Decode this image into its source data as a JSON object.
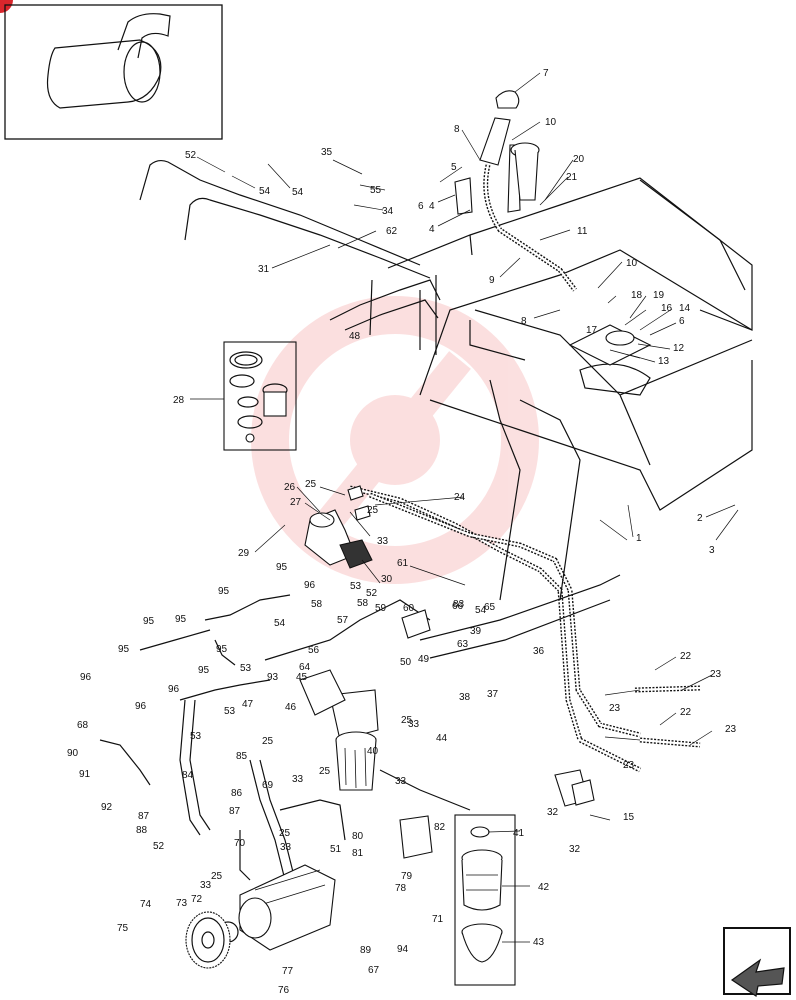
{
  "diagram": {
    "callouts": [
      {
        "id": "c1",
        "text": "1"
      },
      {
        "id": "c2",
        "text": "2"
      },
      {
        "id": "c3",
        "text": "3"
      },
      {
        "id": "c4",
        "text": "4"
      },
      {
        "id": "c4b",
        "text": "4"
      },
      {
        "id": "c5",
        "text": "5"
      },
      {
        "id": "c6",
        "text": "6"
      },
      {
        "id": "c6b",
        "text": "6"
      },
      {
        "id": "c7",
        "text": "7"
      },
      {
        "id": "c8",
        "text": "8"
      },
      {
        "id": "c8b",
        "text": "8"
      },
      {
        "id": "c9",
        "text": "9"
      },
      {
        "id": "c10",
        "text": "10"
      },
      {
        "id": "c10b",
        "text": "10"
      },
      {
        "id": "c11",
        "text": "11"
      },
      {
        "id": "c12",
        "text": "12"
      },
      {
        "id": "c13",
        "text": "13"
      },
      {
        "id": "c14",
        "text": "14"
      },
      {
        "id": "c15",
        "text": "15"
      },
      {
        "id": "c16",
        "text": "16"
      },
      {
        "id": "c17",
        "text": "17"
      },
      {
        "id": "c18",
        "text": "18"
      },
      {
        "id": "c19",
        "text": "19"
      },
      {
        "id": "c20",
        "text": "20"
      },
      {
        "id": "c21",
        "text": "21"
      },
      {
        "id": "c22",
        "text": "22"
      },
      {
        "id": "c22b",
        "text": "22"
      },
      {
        "id": "c23",
        "text": "23"
      },
      {
        "id": "c23b",
        "text": "23"
      },
      {
        "id": "c23c",
        "text": "23"
      },
      {
        "id": "c23d",
        "text": "23"
      },
      {
        "id": "c24",
        "text": "24"
      },
      {
        "id": "c25",
        "text": "25"
      },
      {
        "id": "c25b",
        "text": "25"
      },
      {
        "id": "c25c",
        "text": "25"
      },
      {
        "id": "c25d",
        "text": "25"
      },
      {
        "id": "c25e",
        "text": "25"
      },
      {
        "id": "c25f",
        "text": "25"
      },
      {
        "id": "c25g",
        "text": "25"
      },
      {
        "id": "c26",
        "text": "26"
      },
      {
        "id": "c27",
        "text": "27"
      },
      {
        "id": "c28",
        "text": "28"
      },
      {
        "id": "c29",
        "text": "29"
      },
      {
        "id": "c30",
        "text": "30"
      },
      {
        "id": "c31",
        "text": "31"
      },
      {
        "id": "c32",
        "text": "32"
      },
      {
        "id": "c32b",
        "text": "32"
      },
      {
        "id": "c33",
        "text": "33"
      },
      {
        "id": "c33b",
        "text": "33"
      },
      {
        "id": "c33c",
        "text": "33"
      },
      {
        "id": "c33d",
        "text": "33"
      },
      {
        "id": "c33e",
        "text": "33"
      },
      {
        "id": "c33f",
        "text": "33"
      },
      {
        "id": "c34",
        "text": "34"
      },
      {
        "id": "c35",
        "text": "35"
      },
      {
        "id": "c36",
        "text": "36"
      },
      {
        "id": "c37",
        "text": "37"
      },
      {
        "id": "c38",
        "text": "38"
      },
      {
        "id": "c39",
        "text": "39"
      },
      {
        "id": "c40",
        "text": "40"
      },
      {
        "id": "c41",
        "text": "41"
      },
      {
        "id": "c42",
        "text": "42"
      },
      {
        "id": "c43",
        "text": "43"
      },
      {
        "id": "c44",
        "text": "44"
      },
      {
        "id": "c45",
        "text": "45"
      },
      {
        "id": "c46",
        "text": "46"
      },
      {
        "id": "c47",
        "text": "47"
      },
      {
        "id": "c48",
        "text": "48"
      },
      {
        "id": "c49",
        "text": "49"
      },
      {
        "id": "c50",
        "text": "50"
      },
      {
        "id": "c51",
        "text": "51"
      },
      {
        "id": "c52",
        "text": "52"
      },
      {
        "id": "c52b",
        "text": "52"
      },
      {
        "id": "c52c",
        "text": "52"
      },
      {
        "id": "c53",
        "text": "53"
      },
      {
        "id": "c53b",
        "text": "53"
      },
      {
        "id": "c53c",
        "text": "53"
      },
      {
        "id": "c53d",
        "text": "53"
      },
      {
        "id": "c54",
        "text": "54"
      },
      {
        "id": "c54b",
        "text": "54"
      },
      {
        "id": "c54c",
        "text": "54"
      },
      {
        "id": "c54d",
        "text": "54"
      },
      {
        "id": "c55",
        "text": "55"
      },
      {
        "id": "c56",
        "text": "56"
      },
      {
        "id": "c57",
        "text": "57"
      },
      {
        "id": "c58",
        "text": "58"
      },
      {
        "id": "c58b",
        "text": "58"
      },
      {
        "id": "c59",
        "text": "59"
      },
      {
        "id": "c60",
        "text": "60"
      },
      {
        "id": "c61",
        "text": "61"
      },
      {
        "id": "c62",
        "text": "62"
      },
      {
        "id": "c63",
        "text": "63"
      },
      {
        "id": "c64",
        "text": "64"
      },
      {
        "id": "c65",
        "text": "65"
      },
      {
        "id": "c66",
        "text": "66"
      },
      {
        "id": "c67",
        "text": "67"
      },
      {
        "id": "c68",
        "text": "68"
      },
      {
        "id": "c69",
        "text": "69"
      },
      {
        "id": "c70",
        "text": "70"
      },
      {
        "id": "c71",
        "text": "71"
      },
      {
        "id": "c72",
        "text": "72"
      },
      {
        "id": "c73",
        "text": "73"
      },
      {
        "id": "c74",
        "text": "74"
      },
      {
        "id": "c75",
        "text": "75"
      },
      {
        "id": "c76",
        "text": "76"
      },
      {
        "id": "c77",
        "text": "77"
      },
      {
        "id": "c78",
        "text": "78"
      },
      {
        "id": "c79",
        "text": "79"
      },
      {
        "id": "c80",
        "text": "80"
      },
      {
        "id": "c81",
        "text": "81"
      },
      {
        "id": "c82",
        "text": "82"
      },
      {
        "id": "c83",
        "text": "83"
      },
      {
        "id": "c84",
        "text": "84"
      },
      {
        "id": "c85",
        "text": "85"
      },
      {
        "id": "c86",
        "text": "86"
      },
      {
        "id": "c87",
        "text": "87"
      },
      {
        "id": "c87b",
        "text": "87"
      },
      {
        "id": "c88",
        "text": "88"
      },
      {
        "id": "c89",
        "text": "89"
      },
      {
        "id": "c90",
        "text": "90"
      },
      {
        "id": "c91",
        "text": "91"
      },
      {
        "id": "c92",
        "text": "92"
      },
      {
        "id": "c93",
        "text": "93"
      },
      {
        "id": "c94",
        "text": "94"
      },
      {
        "id": "c95",
        "text": "95"
      },
      {
        "id": "c95b",
        "text": "95"
      },
      {
        "id": "c95c",
        "text": "95"
      },
      {
        "id": "c95d",
        "text": "95"
      },
      {
        "id": "c95e",
        "text": "95"
      },
      {
        "id": "c95f",
        "text": "95"
      },
      {
        "id": "c95g",
        "text": "95"
      },
      {
        "id": "c96",
        "text": "96"
      },
      {
        "id": "c96b",
        "text": "96"
      },
      {
        "id": "c96c",
        "text": "96"
      },
      {
        "id": "c96d",
        "text": "96"
      }
    ]
  },
  "colors": {
    "line": "#111111",
    "watermark": "#f4a6a6",
    "corner_badge": "#d9262c"
  },
  "icons": {
    "corner_badge": "corner-badge-icon",
    "next_page": "next-page-arrow-icon",
    "watermark": "watermark-logo-icon"
  }
}
